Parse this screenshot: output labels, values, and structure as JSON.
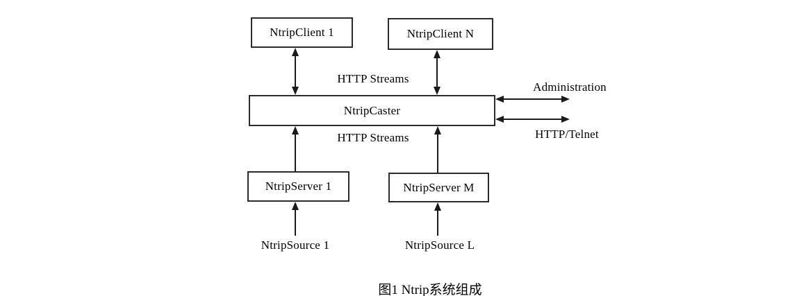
{
  "diagram": {
    "nodes": {
      "client1": "NtripClient 1",
      "clientN": "NtripClient N",
      "caster": "NtripCaster",
      "server1": "NtripServer 1",
      "serverM": "NtripServer M",
      "source1": "NtripSource 1",
      "sourceL": "NtripSource L"
    },
    "labels": {
      "http_streams_top": "HTTP Streams",
      "http_streams_bottom": "HTTP Streams",
      "administration": "Administration",
      "http_telnet": "HTTP/Telnet"
    },
    "caption": "图1 Ntrip系统组成",
    "colors": {
      "line": "#1a1a1a",
      "text": "#000000",
      "background": "#ffffff"
    }
  }
}
